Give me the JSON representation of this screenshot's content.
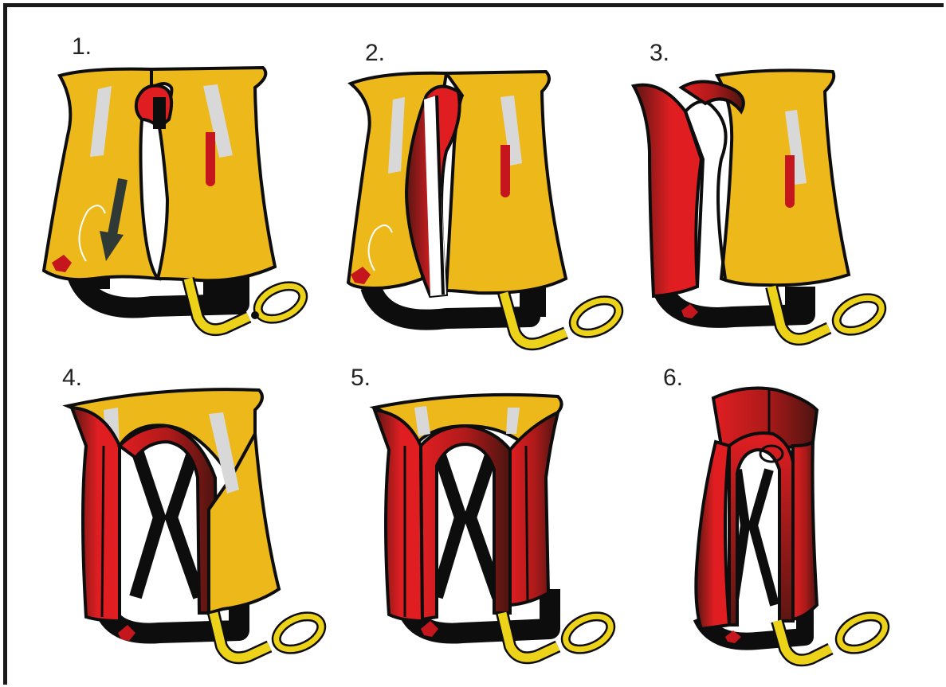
{
  "steps": [
    {
      "number": "1."
    },
    {
      "number": "2."
    },
    {
      "number": "3."
    },
    {
      "number": "4."
    },
    {
      "number": "5."
    },
    {
      "number": "6."
    }
  ],
  "colors": {
    "vest_yellow": "#EDB81A",
    "bladder_red": "#E01E22",
    "bladder_dark": "#5A1612",
    "outline": "#0D0D0D",
    "strip": "#D8D8D8",
    "arrow": "#2F3A36"
  },
  "icons": [
    "vest-diagram",
    "fold-arrow-icon",
    "pull-tab-icon",
    "lanyard-icon"
  ]
}
